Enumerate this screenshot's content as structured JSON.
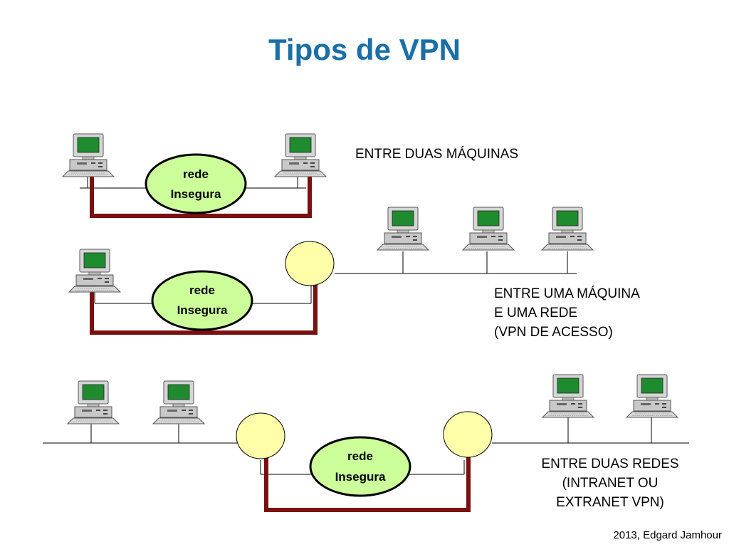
{
  "title": "Tipos de VPN",
  "scenarios": [
    {
      "caption_lines": [
        "ENTRE DUAS MÁQUINAS"
      ]
    },
    {
      "caption_lines": [
        "ENTRE UMA MÁQUINA",
        "E UMA REDE",
        "(VPN DE ACESSO)"
      ]
    },
    {
      "caption_lines": [
        "ENTRE DUAS REDES",
        "(INTRANET OU",
        "EXTRANET VPN)"
      ]
    }
  ],
  "cloud_label": {
    "line1": "rede",
    "line2": "Insegura"
  },
  "footer": "2013, Edgard Jamhour",
  "colors": {
    "title": "#1a6fa8",
    "tunnel": "#7a1010",
    "cloud_fill": "#ccff99",
    "gateway_fill": "#ffffaa",
    "screen": "#1e8c2e",
    "computer_body": "#c8c8c8"
  },
  "icons": [
    "computer-icon",
    "gateway-node-icon",
    "insecure-network-cloud"
  ]
}
